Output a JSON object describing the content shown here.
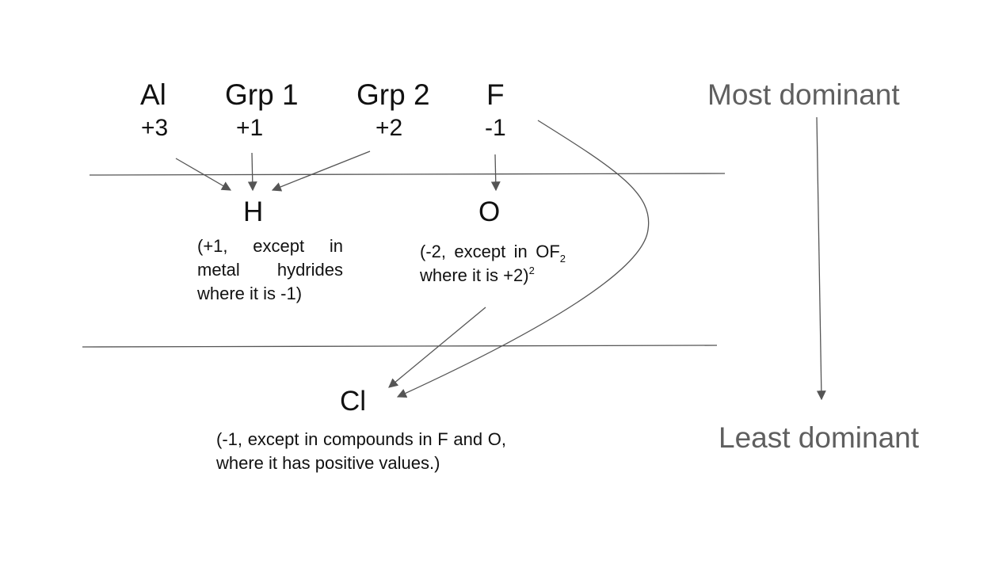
{
  "groups": [
    {
      "symbol": "Al",
      "charge": "+3"
    },
    {
      "symbol": "Grp 1",
      "charge": "+1"
    },
    {
      "symbol": "Grp 2",
      "charge": "+2"
    },
    {
      "symbol": "F",
      "charge": "-1"
    }
  ],
  "hydrogen": {
    "symbol": "H",
    "note": "(+1, except in metal hydrides where it is -1)"
  },
  "oxygen": {
    "symbol": "O",
    "note_part1": "(-2, except in OF",
    "note_sub": "2",
    "note_part2": " where it is +2)",
    "note_sup": "2"
  },
  "chlorine": {
    "symbol": "Cl",
    "note": "(-1, except in compounds in F and O, where it has positive values.)"
  },
  "dominance": {
    "top_label": "Most dominant",
    "bottom_label": "Least dominant"
  },
  "colors": {
    "text": "#111111",
    "arrow": "#555555",
    "divider": "#555555",
    "dominance_text": "#5f5f5f"
  }
}
